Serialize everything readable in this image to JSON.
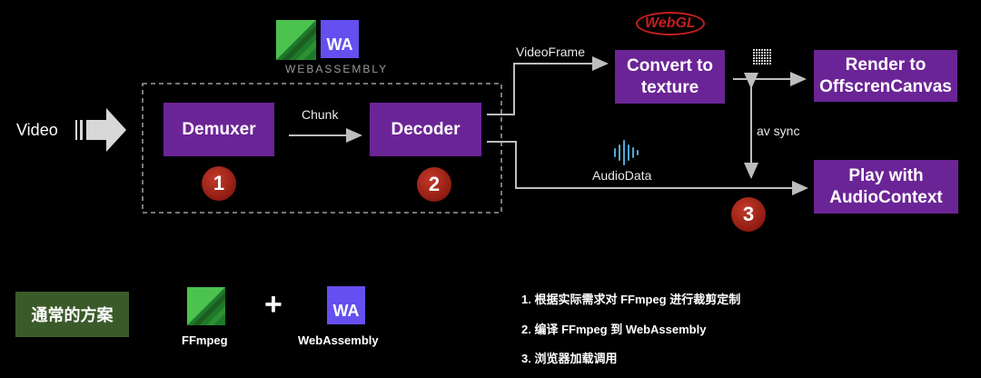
{
  "input_label": "Video",
  "wasm_wordmark": "WEBASSEMBLY",
  "wa_text": "WA",
  "webgl_text": "WebGL",
  "nodes": {
    "demuxer": "Demuxer",
    "decoder": "Decoder",
    "convert_line1": "Convert to",
    "convert_line2": "texture",
    "render_line1": "Render to",
    "render_line2": "OffscrenCanvas",
    "play_line1": "Play with",
    "play_line2": "AudioContext"
  },
  "edges": {
    "chunk": "Chunk",
    "video_frame": "VideoFrame",
    "audio_data": "AudioData",
    "av_sync": "av sync"
  },
  "badges": [
    "1",
    "2",
    "3"
  ],
  "plan_label": "通常的方案",
  "ffmpeg_label": "FFmpeg",
  "webassembly_label": "WebAssembly",
  "plus": "+",
  "steps": [
    "1. 根据实际需求对 FFmpeg 进行裁剪定制",
    "2. 编译 FFmpeg 到 WebAssembly",
    "3. 浏览器加载调用"
  ],
  "colors": {
    "box_purple": "#6b2496",
    "wasm_purple": "#654ff0",
    "ffmpeg_green": "#2f9e3a",
    "badge_red": "#8e1b12",
    "plan_green": "#3b5a2a"
  }
}
